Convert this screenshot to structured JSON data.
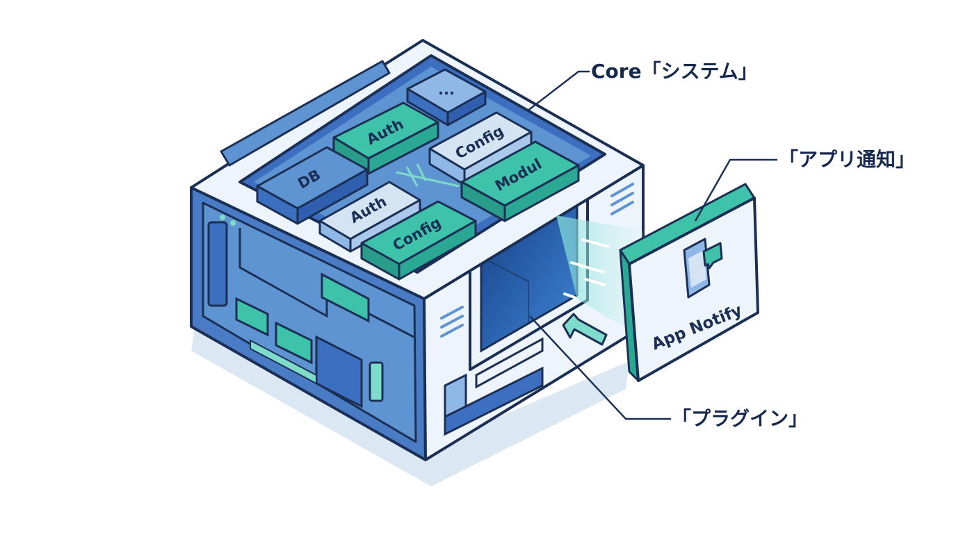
{
  "callouts": {
    "core": "Core「システム」",
    "app_notify": "「アプリ通知」",
    "plugin": "「プラグイン」"
  },
  "modules": {
    "dots": "...",
    "auth_top": "Auth",
    "config_top": "Config",
    "db": "DB",
    "auth_bottom": "Auth",
    "config_bottom": "Config",
    "modul": "Modul"
  },
  "notify_card": {
    "label": "App Notify",
    "icon": "phone-chat-icon"
  },
  "colors": {
    "outline": "#1b2f55",
    "blue_dark": "#3d6fc0",
    "blue_mid": "#5f94d3",
    "blue_light": "#8fb8e6",
    "shell": "#eef4fb",
    "teal": "#3fc2aa",
    "teal_light": "#7fdccb",
    "pale": "#d5e4f3",
    "shadow": "#dbe7f3"
  }
}
